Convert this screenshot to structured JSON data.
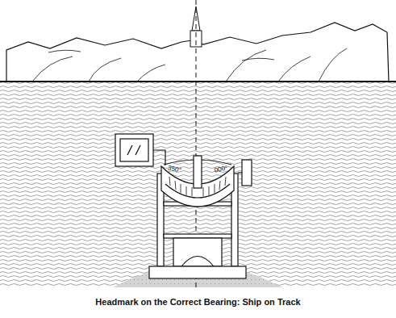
{
  "diagram": {
    "caption": "Headmark on the Correct Bearing: Ship on Track",
    "labels": [
      "350°",
      "000°"
    ]
  }
}
